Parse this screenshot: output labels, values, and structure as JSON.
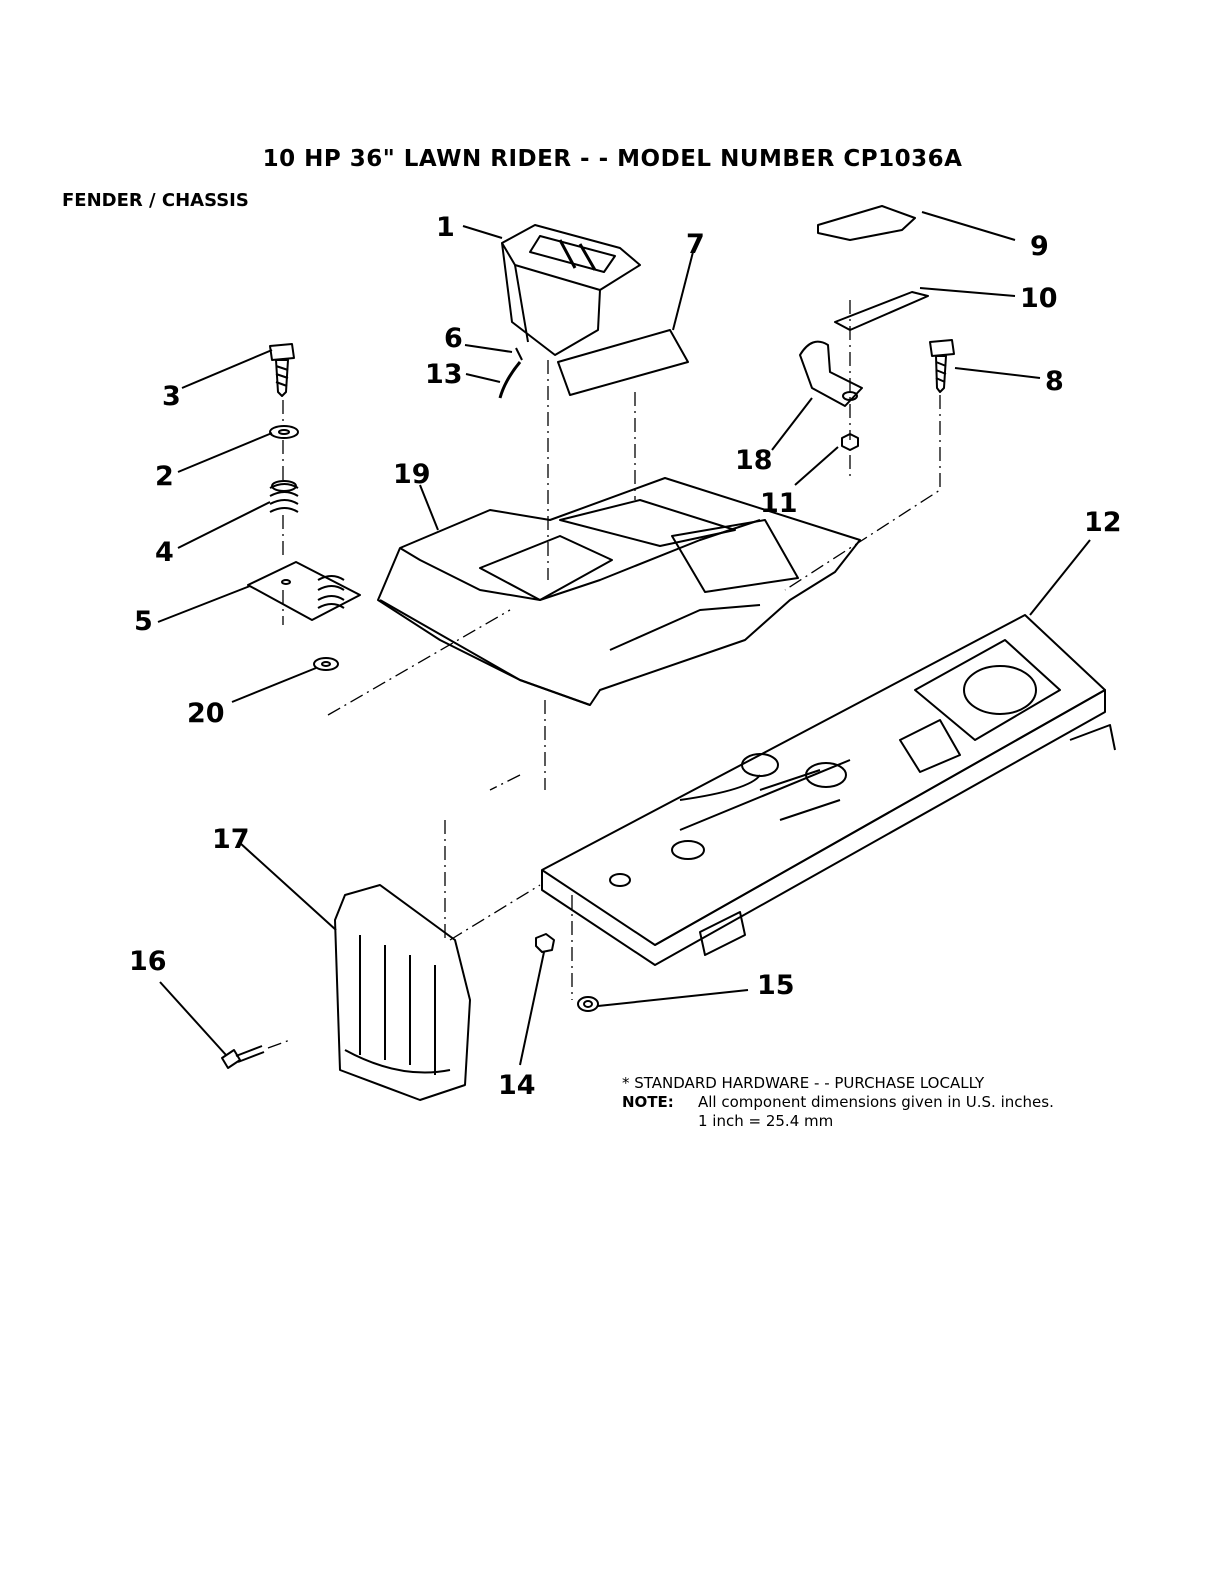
{
  "title": "10 HP 36\" LAWN RIDER - - MODEL NUMBER CP1036A",
  "section": "FENDER / CHASSIS",
  "callouts": [
    {
      "id": "c1",
      "label": "1"
    },
    {
      "id": "c2",
      "label": "2"
    },
    {
      "id": "c3",
      "label": "3"
    },
    {
      "id": "c4",
      "label": "4"
    },
    {
      "id": "c5",
      "label": "5"
    },
    {
      "id": "c6",
      "label": "6"
    },
    {
      "id": "c7",
      "label": "7"
    },
    {
      "id": "c8",
      "label": "8"
    },
    {
      "id": "c9",
      "label": "9"
    },
    {
      "id": "c10",
      "label": "10"
    },
    {
      "id": "c11",
      "label": "11"
    },
    {
      "id": "c12",
      "label": "12"
    },
    {
      "id": "c13",
      "label": "13"
    },
    {
      "id": "c14",
      "label": "14"
    },
    {
      "id": "c15",
      "label": "15"
    },
    {
      "id": "c16",
      "label": "16"
    },
    {
      "id": "c17",
      "label": "17"
    },
    {
      "id": "c18",
      "label": "18"
    },
    {
      "id": "c19",
      "label": "19"
    },
    {
      "id": "c20",
      "label": "20"
    }
  ],
  "notes": {
    "standard_hardware": "* STANDARD HARDWARE - - PURCHASE LOCALLY",
    "note_label": "NOTE:",
    "note_text": "All component dimensions given in U.S. inches.",
    "conversion": "1 inch = 25.4 mm"
  }
}
